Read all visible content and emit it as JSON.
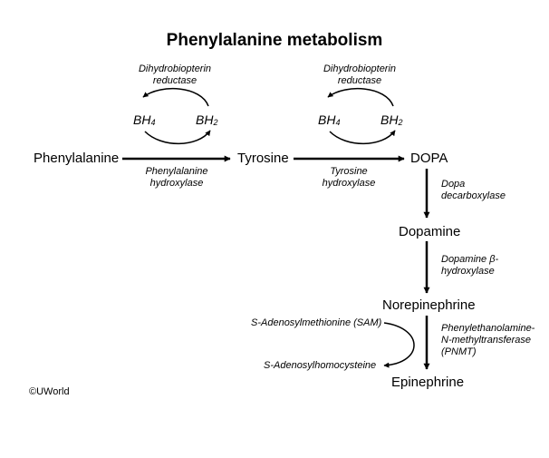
{
  "title": "Phenylalanine metabolism",
  "nodes": {
    "phenylalanine": "Phenylalanine",
    "tyrosine": "Tyrosine",
    "dopa": "DOPA",
    "dopamine": "Dopamine",
    "norepinephrine": "Norepinephrine",
    "epinephrine": "Epinephrine"
  },
  "enzymes": {
    "phenylalanine_hydroxylase": [
      "Phenylalanine",
      "hydroxylase"
    ],
    "tyrosine_hydroxylase": [
      "Tyrosine",
      "hydroxylase"
    ],
    "dopa_decarboxylase": [
      "Dopa",
      "decarboxylase"
    ],
    "dopamine_beta_hydroxylase": [
      "Dopamine β-",
      "hydroxylase"
    ],
    "pnmt": [
      "Phenylethanolamine-",
      "N-methyltransferase",
      "(PNMT)"
    ],
    "dihydrobiopterin_reductase_1": [
      "Dihydrobiopterin",
      "reductase"
    ],
    "dihydrobiopterin_reductase_2": [
      "Dihydrobiopterin",
      "reductase"
    ]
  },
  "cofactors": {
    "bh4": {
      "base": "BH",
      "sub": "4"
    },
    "bh2": {
      "base": "BH",
      "sub": "2"
    }
  },
  "sam": "S-Adenosylmethionine (SAM)",
  "sah": "S-Adenosylhomocysteine",
  "copyright": "©UWorld"
}
